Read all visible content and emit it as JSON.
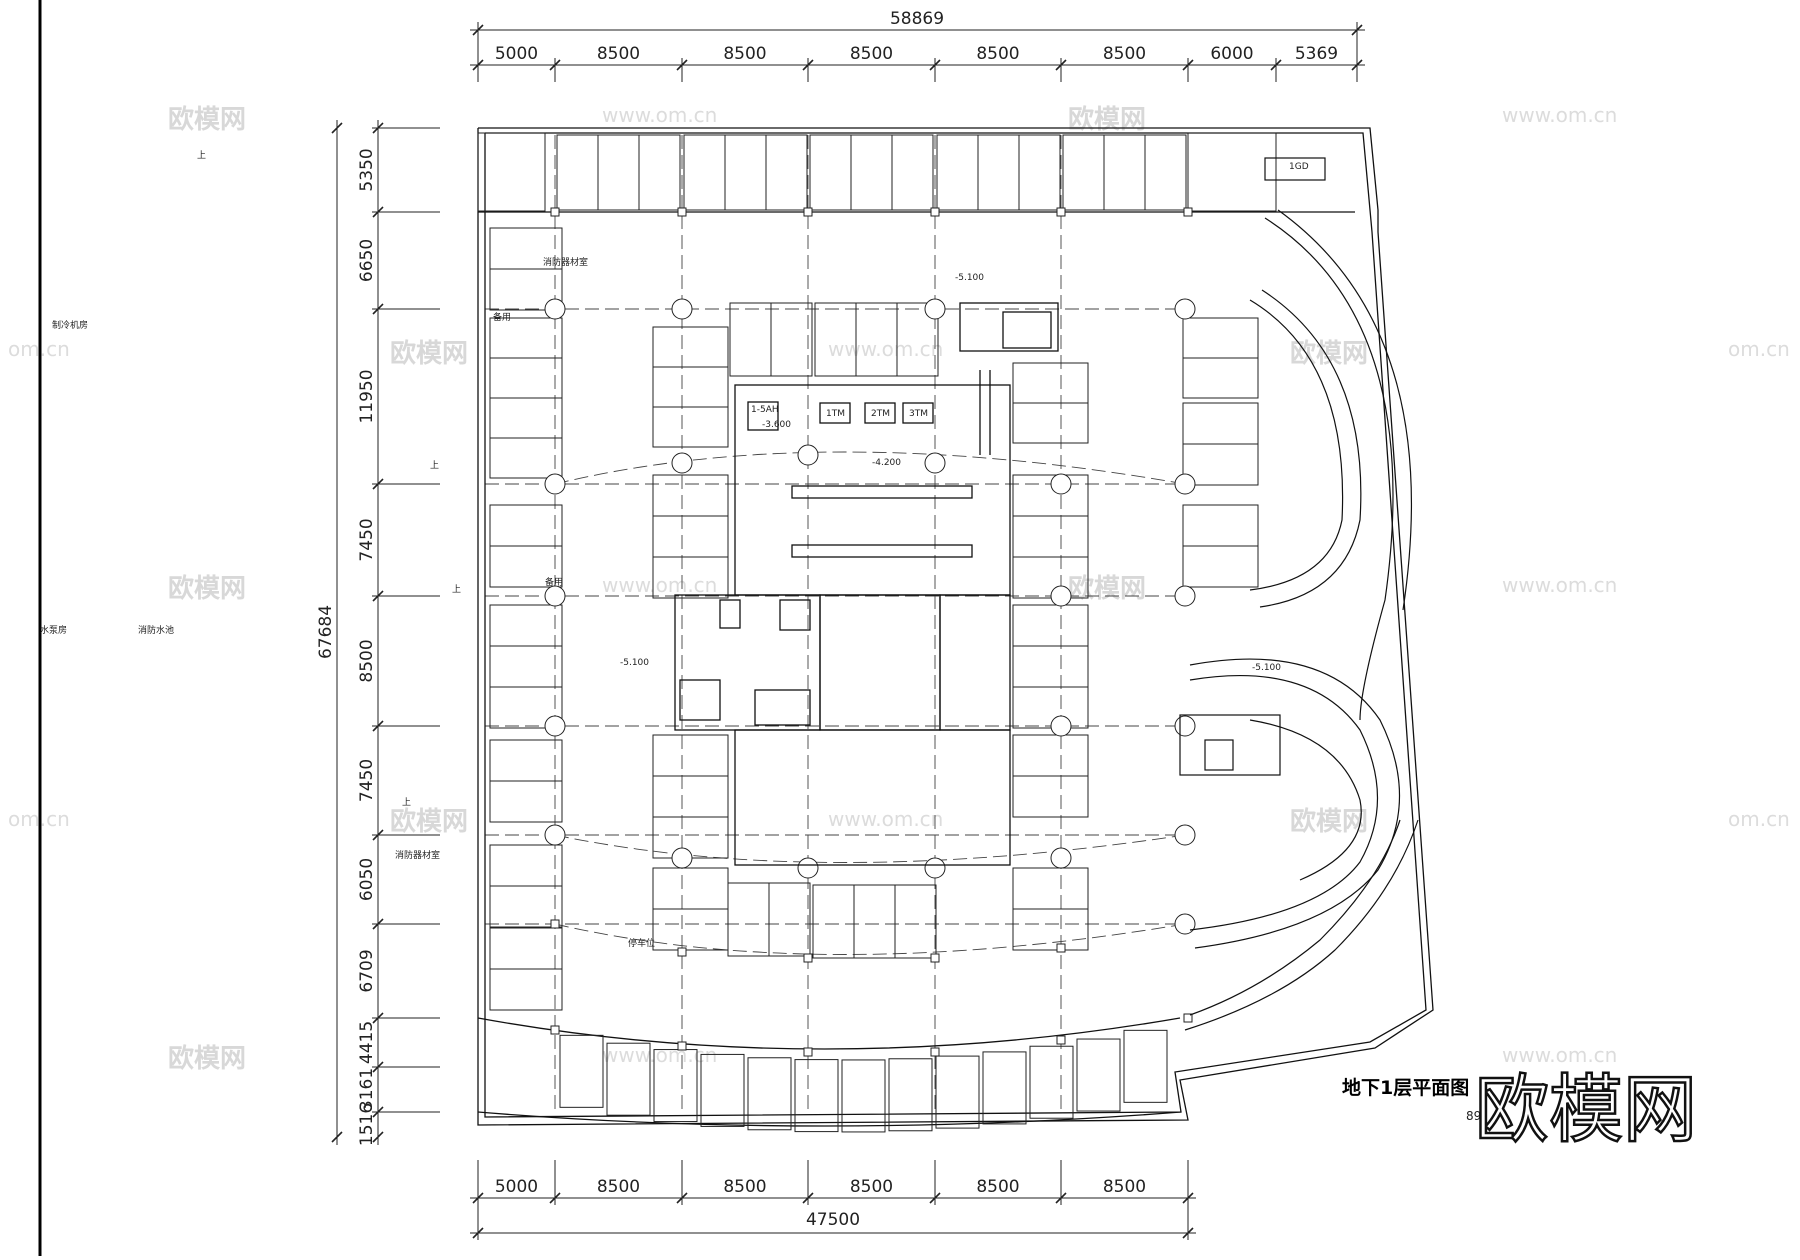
{
  "drawing": {
    "title": "地下1层平面图",
    "sheet_number_fragment": "89",
    "logo_text": "欧模网"
  },
  "dimensions": {
    "top_total": "58869",
    "top_spans": [
      "5000",
      "8500",
      "8500",
      "8500",
      "8500",
      "8500",
      "6000",
      "5369"
    ],
    "bottom_total": "47500",
    "bottom_spans": [
      "5000",
      "8500",
      "8500",
      "8500",
      "8500",
      "8500"
    ],
    "left_total": "67684",
    "left_spans": [
      "5350",
      "6650",
      "11950",
      "7450",
      "8500",
      "7450",
      "6050",
      "6709",
      "4415",
      "3161",
      "1516"
    ]
  },
  "room_labels": {
    "fire_equipment_room_1": "消防器材室",
    "fire_equipment_room_2": "消防器材室",
    "spare_1": "备用",
    "spare_2": "备用",
    "refrigeration_room": "制冷机房",
    "pump_room": "水泵房",
    "fire_pool": "消防水池",
    "parking_label": "停车位",
    "up_1": "上",
    "up_2": "上",
    "up_3": "上",
    "up_4": "上",
    "elevator_1": "1TM",
    "elevator_2": "2TM",
    "elevator_3": "3TM",
    "equipment_tag": "1GD",
    "stair_tag": "1-5AH"
  },
  "levels": {
    "level_a": "-5.100",
    "level_b": "-3.600",
    "level_c": "-4.200",
    "level_d": "-5.100",
    "level_e": "-5.100"
  },
  "watermarks": {
    "brand": "欧模网",
    "url": "www.om.cn",
    "url_fragment": "om.cn"
  }
}
